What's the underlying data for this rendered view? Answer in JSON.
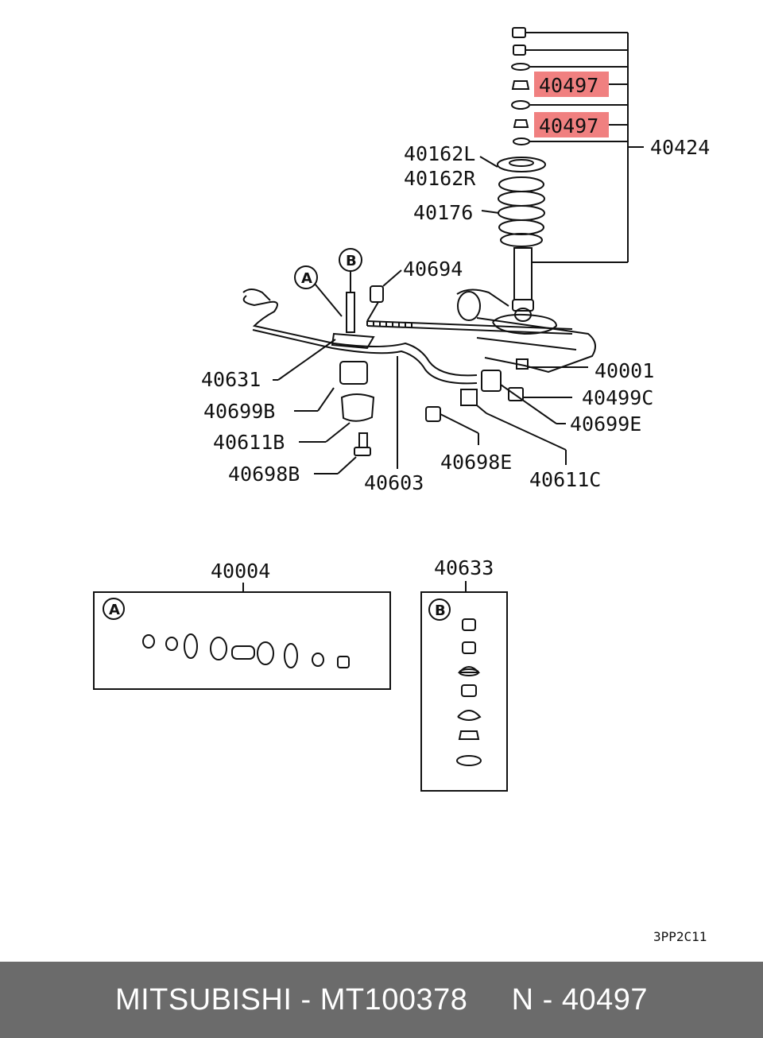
{
  "labels": {
    "p40497a": "40497",
    "p40497b": "40497",
    "p40424": "40424",
    "p40162L": "40162L",
    "p40162R": "40162R",
    "p40176": "40176",
    "p40694": "40694",
    "p40001": "40001",
    "p40631": "40631",
    "p40499C": "40499C",
    "p40699B": "40699B",
    "p40699E": "40699E",
    "p40611B": "40611B",
    "p40698E": "40698E",
    "p40698B": "40698B",
    "p40603": "40603",
    "p40611C": "40611C",
    "p40004": "40004",
    "p40633": "40633"
  },
  "callouts": {
    "a": "A",
    "b": "B",
    "a_box": "A",
    "b_box": "B"
  },
  "figure_code": "3PP2C11",
  "footer": {
    "brand": "MITSUBISHI",
    "part_number": "MT100378",
    "ref": "N - 40497",
    "sep": " - "
  },
  "colors": {
    "highlight": "#f08080",
    "footer_bg": "#6b6b6b"
  }
}
